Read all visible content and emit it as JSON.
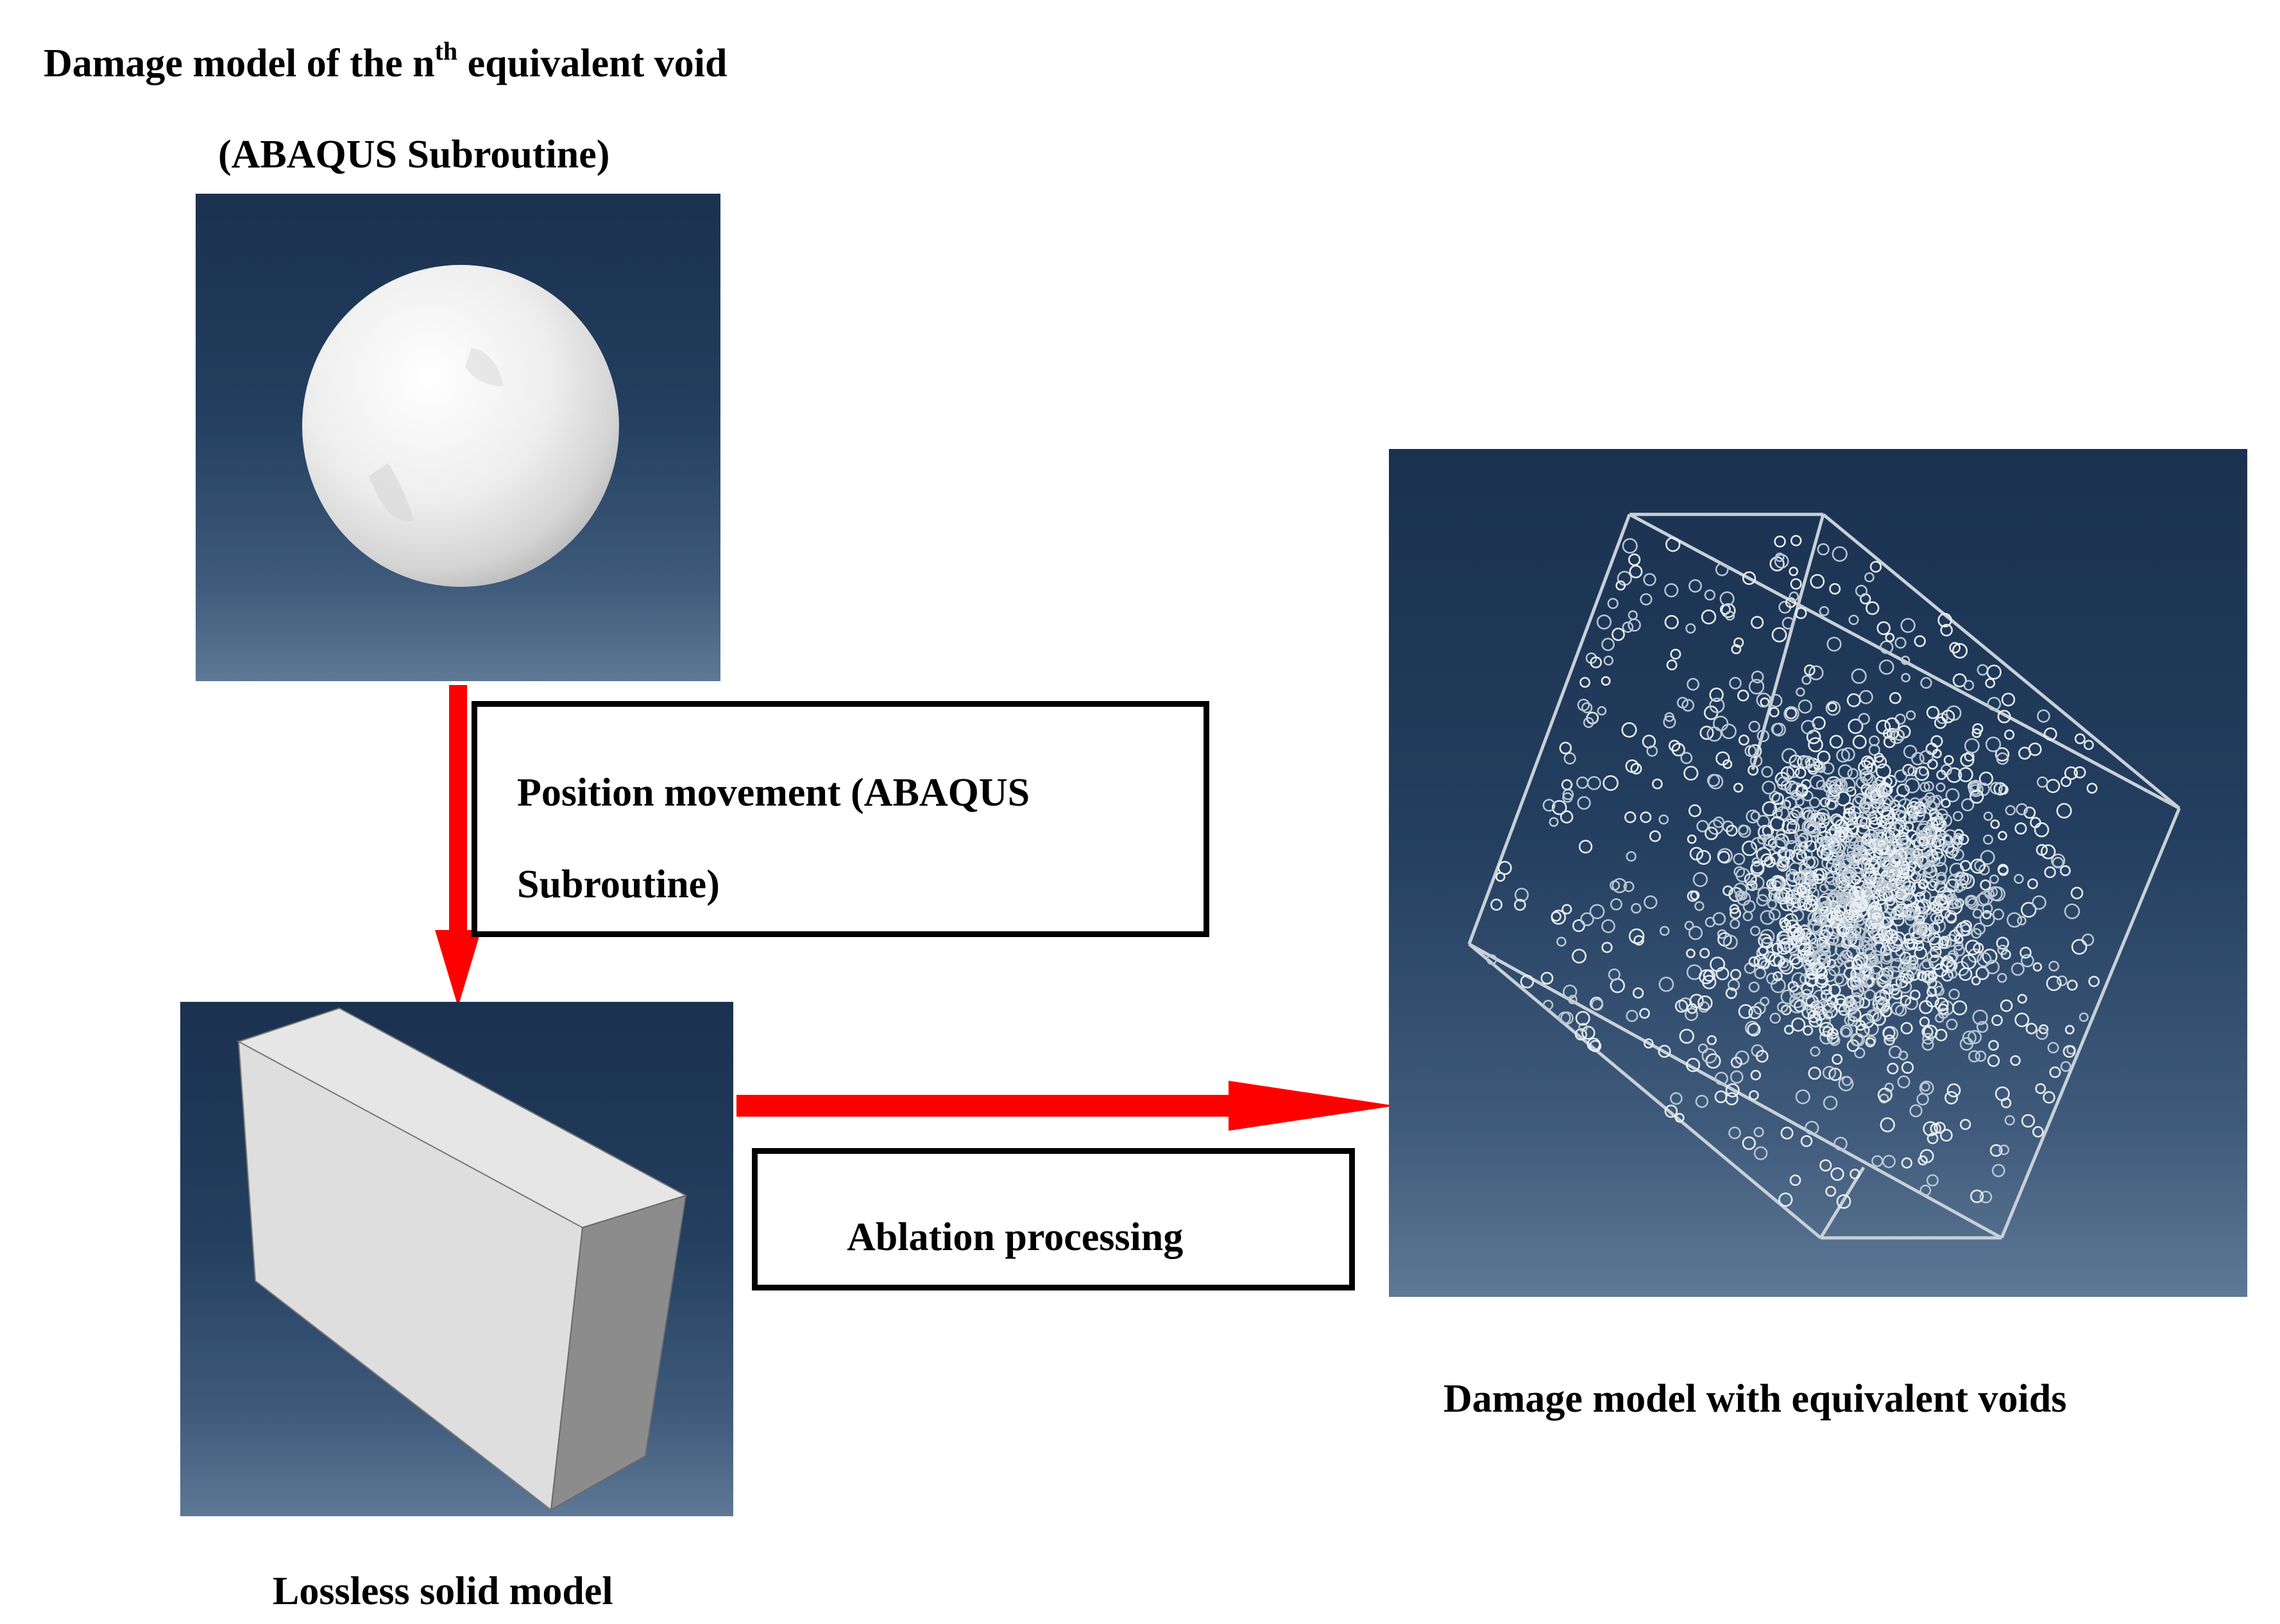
{
  "title": {
    "line1_prefix": "Damage model of the n",
    "line1_sup": "th",
    "line1_suffix": " equivalent void",
    "line2": "(ABAQUS Subroutine)"
  },
  "arrow_down_box": {
    "line1": "Position movement (ABAQUS",
    "line2": "Subroutine)"
  },
  "arrow_right_box": {
    "label": "Ablation processing"
  },
  "lossless_label": "Lossless solid model",
  "damage_label": "Damage model with equivalent voids",
  "colors": {
    "arrow": "#ff0000",
    "panel_top": "#1b3150",
    "panel_bottom": "#5e7896"
  }
}
